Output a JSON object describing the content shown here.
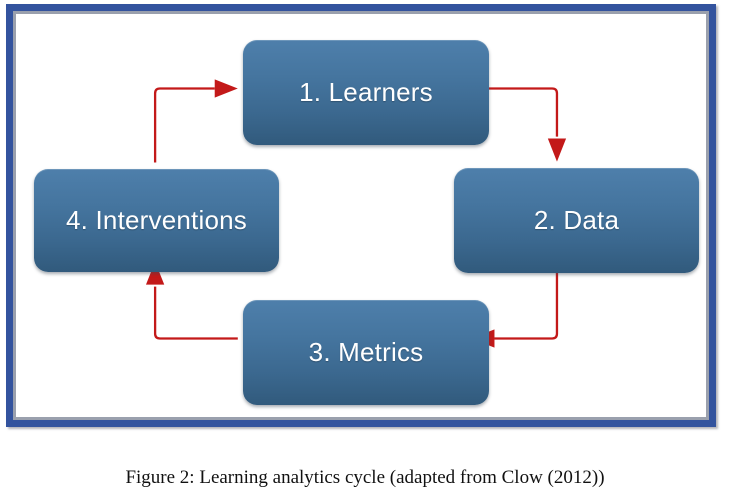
{
  "figure": {
    "caption": "Figure 2: Learning analytics cycle (adapted from Clow (2012))",
    "frame_border_color": "#33539E",
    "frame_inner_line_color": "#9AA0AD",
    "background_color": "#FFFFFF"
  },
  "diagram": {
    "type": "cycle",
    "node_fill_top": "#4E7FAB",
    "node_fill_bottom": "#315A7C",
    "node_text_color": "#FFFFFF",
    "connector_color": "#C00000",
    "nodes": [
      {
        "id": "learners",
        "label": "1. Learners"
      },
      {
        "id": "data",
        "label": "2. Data"
      },
      {
        "id": "metrics",
        "label": "3. Metrics"
      },
      {
        "id": "interventions",
        "label": "4. Interventions"
      }
    ],
    "connectors": [
      {
        "from": "learners",
        "to": "data",
        "direction": "down"
      },
      {
        "from": "data",
        "to": "metrics",
        "direction": "left"
      },
      {
        "from": "metrics",
        "to": "interventions",
        "direction": "up"
      },
      {
        "from": "interventions",
        "to": "learners",
        "direction": "right"
      }
    ]
  }
}
